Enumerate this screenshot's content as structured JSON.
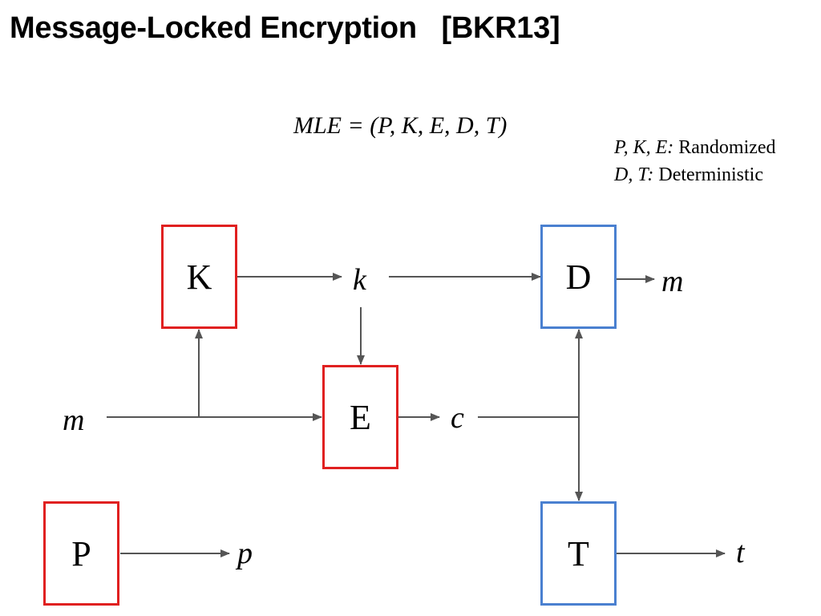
{
  "title": "Message-Locked Encryption   [BKR13]",
  "formula": "MLE = (P, K, E, D, T)",
  "legend": {
    "randomized_vars": "P, K, E:",
    "randomized_label": " Randomized",
    "deterministic_vars": "D, T:",
    "deterministic_label": " Deterministic"
  },
  "boxes": {
    "K": "K",
    "D": "D",
    "E": "E",
    "P": "P",
    "T": "T"
  },
  "variables": {
    "k": "k",
    "m_out": "m",
    "m_in": "m",
    "c": "c",
    "p": "p",
    "t": "t"
  },
  "colors": {
    "randomized_border": "#e02020",
    "deterministic_border": "#4a80d0",
    "arrow": "#555555"
  }
}
